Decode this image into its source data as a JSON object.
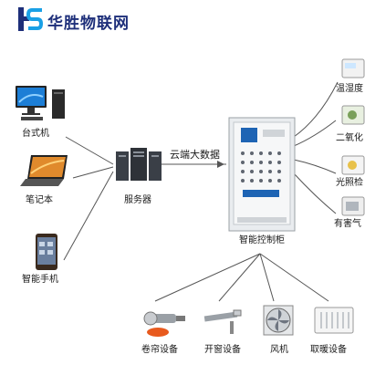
{
  "brand": {
    "name": "华胜物联网",
    "logo_icon": "hs-logo-icon",
    "primary_color": "#1e2f7a",
    "accent_color": "#1aa0e6"
  },
  "clients": [
    {
      "label": "台式机",
      "icon": "desktop-computer-icon"
    },
    {
      "label": "笔记本",
      "icon": "laptop-icon"
    },
    {
      "label": "智能手机",
      "icon": "smartphone-icon"
    }
  ],
  "server": {
    "label": "服务器",
    "icon": "server-icon"
  },
  "link_label": "云端大数据",
  "controller": {
    "label": "智能控制柜",
    "icon": "control-cabinet-icon"
  },
  "sensors": [
    {
      "label": "温湿度",
      "icon": "temperature-humidity-sensor-icon"
    },
    {
      "label": "二氧化",
      "icon": "co2-sensor-icon"
    },
    {
      "label": "光照检",
      "icon": "light-sensor-icon"
    },
    {
      "label": "有害气",
      "icon": "gas-sensor-icon"
    }
  ],
  "devices": [
    {
      "label": "卷帘设备",
      "icon": "roller-motor-icon"
    },
    {
      "label": "开窗设备",
      "icon": "window-opener-icon"
    },
    {
      "label": "风机",
      "icon": "fan-icon"
    },
    {
      "label": "取暖设备",
      "icon": "heater-icon"
    }
  ]
}
